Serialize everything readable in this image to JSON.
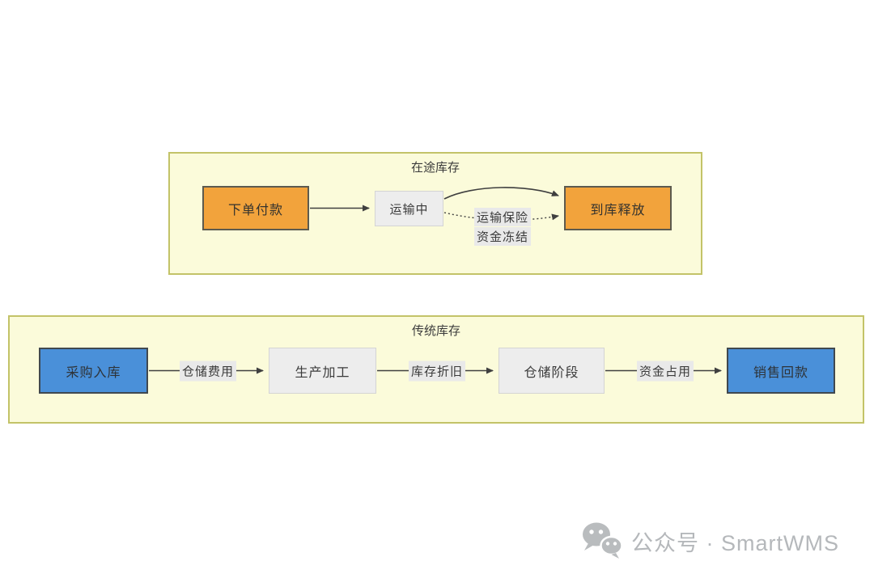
{
  "colors": {
    "container_bg": "#fbfbda",
    "container_border": "#c3c368",
    "orange_node": "#f2a33c",
    "orange_node_border": "#5c5a4f",
    "blue_node": "#4a90d9",
    "blue_node_border": "#40484f",
    "gray_node": "#ededed",
    "gray_node_border": "#d4d4d4",
    "edge_label_bg": "#e9e9e9",
    "arrow": "#3f3f3f",
    "footer_gray": "#b5b8bb"
  },
  "transit_section": {
    "title": "在途库存",
    "nodes": {
      "order_payment": "下单付款",
      "in_transit": "运输中",
      "arrival_release": "到库释放"
    },
    "dotted_edge_label": {
      "line1": "运输保险",
      "line2": "资金冻结"
    }
  },
  "traditional_section": {
    "title": "传统库存",
    "nodes": {
      "purchase_inbound": "采购入库",
      "production_processing": "生产加工",
      "storage_stage": "仓储阶段",
      "sales_collection": "销售回款"
    },
    "edge_labels": {
      "storage_cost": "仓储费用",
      "inventory_depreciation": "库存折旧",
      "capital_occupation": "资金占用"
    }
  },
  "footer": {
    "wechat_label": "公众号 · SmartWMS"
  }
}
